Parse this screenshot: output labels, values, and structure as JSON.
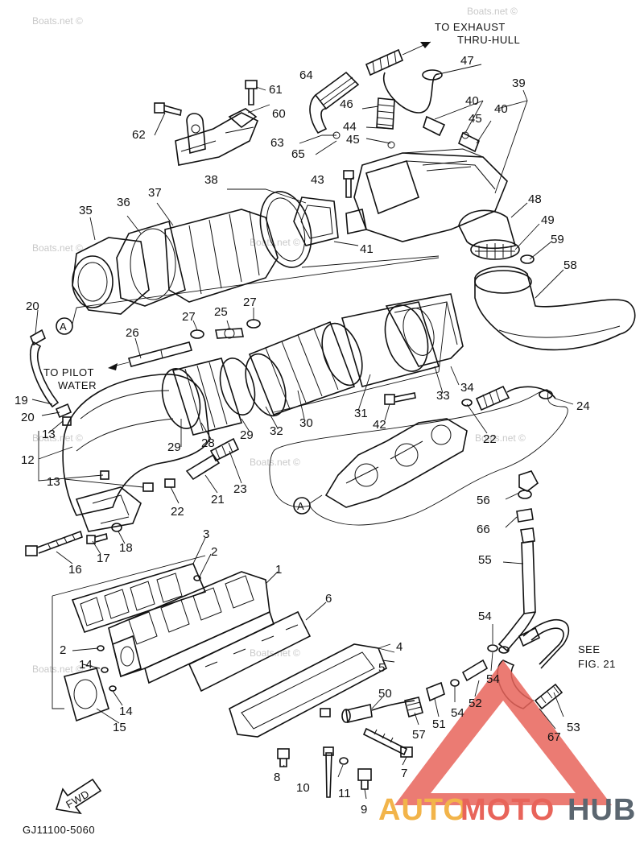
{
  "notes": {
    "to_exhaust_line1": "TO EXHAUST",
    "to_exhaust_line2": "THRU-HULL",
    "to_pilot_line1": "TO PILOT",
    "to_pilot_line2": "WATER",
    "see_fig_line1": "SEE",
    "see_fig_line2": "FIG. 21",
    "fwd": "FWD",
    "ref_a": "A",
    "drawing_code": "GJ11100-5060"
  },
  "watermark": "Boats.net ©",
  "logo": {
    "part1": "AUTO",
    "part2": "MOTO",
    "part3": "HUB",
    "colors": {
      "auto": "#f2b44a",
      "moto": "#e8645a",
      "hub": "#5b6670",
      "triangle": "#e8645a"
    }
  },
  "callouts": {
    "c1": "1",
    "c2a": "2",
    "c2b": "2",
    "c3": "3",
    "c4": "4",
    "c5": "5",
    "c6": "6",
    "c7": "7",
    "c8": "8",
    "c9": "9",
    "c10": "10",
    "c11": "11",
    "c12": "12",
    "c13a": "13",
    "c13b": "13",
    "c14a": "14",
    "c14b": "14",
    "c15": "15",
    "c16": "16",
    "c17": "17",
    "c18": "18",
    "c19": "19",
    "c20a": "20",
    "c20b": "20",
    "c21": "21",
    "c22a": "22",
    "c22b": "22",
    "c23": "23",
    "c24": "24",
    "c25": "25",
    "c26": "26",
    "c27a": "27",
    "c27b": "27",
    "c28": "28",
    "c29a": "29",
    "c29b": "29",
    "c30": "30",
    "c31": "31",
    "c32": "32",
    "c33": "33",
    "c34": "34",
    "c35": "35",
    "c36": "36",
    "c37": "37",
    "c38": "38",
    "c39": "39",
    "c40a": "40",
    "c40b": "40",
    "c41": "41",
    "c42": "42",
    "c43": "43",
    "c44": "44",
    "c45a": "45",
    "c45b": "45",
    "c46": "46",
    "c47": "47",
    "c48": "48",
    "c49": "49",
    "c50": "50",
    "c51": "51",
    "c52": "52",
    "c53": "53",
    "c54a": "54",
    "c54b": "54",
    "c54c": "54",
    "c55": "55",
    "c56": "56",
    "c57": "57",
    "c58": "58",
    "c59": "59",
    "c60": "60",
    "c61": "61",
    "c62": "62",
    "c63": "63",
    "c64": "64",
    "c65": "65",
    "c66": "66",
    "c67": "67"
  }
}
